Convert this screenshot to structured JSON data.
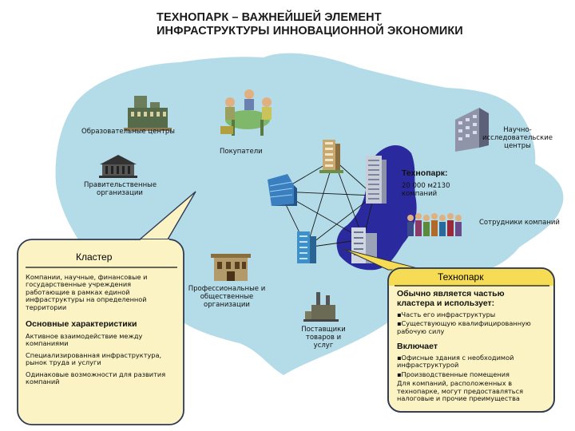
{
  "title": {
    "line1": "ТЕХНОПАРК – ВАЖНЕЙШЕЙ ЭЛЕМЕНТ",
    "line2": "ИНФРАСТРУКТУРЫ ИННОВАЦИОННОЙ ЭКОНОМИКИ"
  },
  "nodes": {
    "education": "Образовательные центры",
    "buyers": "Покупатели",
    "research": [
      "Научно-",
      "исследовательские",
      "центры"
    ],
    "government": [
      "Правительственные",
      "организации"
    ],
    "technopark_label": "Технопарк:",
    "technopark_stats": [
      "20 000 м2130",
      "компаний"
    ],
    "employees": "Сотрудники компаний",
    "professional": [
      "Профессиональные и",
      "общественные",
      "организации"
    ],
    "suppliers": [
      "Поставщики",
      "товаров и",
      "услуг"
    ]
  },
  "cluster_box": {
    "title": "Кластер",
    "description": [
      "Компании, научные, финансовые и",
      "государственные учреждения",
      "работающие в рамках единой",
      "инфраструктуры на определенной",
      "территории"
    ],
    "features_heading": "Основные характеристики",
    "features": [
      [
        "Активное взаимодействие между",
        "компаниями"
      ],
      [
        "Специализированная инфраструктура,",
        "рынок труда и услуги"
      ],
      [
        "Одинаковые возможности для развития",
        "компаний"
      ]
    ]
  },
  "technopark_box": {
    "title": "Технопарк",
    "usually_heading": [
      "Обычно является частью",
      "кластера и использует:"
    ],
    "uses": [
      [
        "▪Часть его инфраструктуры"
      ],
      [
        "▪Существующую квалифицированную",
        "рабочую силу"
      ]
    ],
    "includes_heading": "Включает",
    "includes": [
      [
        "▪Офисные здания с необходимой",
        "инфраструктурой"
      ],
      [
        "▪Производственные помещения"
      ],
      [
        "Для компаний, расположенных в",
        "технопарке, могут предоставляться",
        "налоговые и прочие преимущества"
      ]
    ]
  },
  "colors": {
    "map_fill": "#b4dce8",
    "box_fill": "#fbf3c3",
    "box_border": "#2e3a55",
    "technopark_accent": "#2a2a9e",
    "callout_yellow": "#f6dc55"
  },
  "icons": [
    "education-building-icon",
    "buyers-meeting-icon",
    "research-center-icon",
    "government-building-icon",
    "office-tower-icon",
    "technopark-tower-icon",
    "employees-group-icon",
    "professional-org-building-icon",
    "factory-icon",
    "glass-office-icon",
    "tall-office-icon"
  ]
}
